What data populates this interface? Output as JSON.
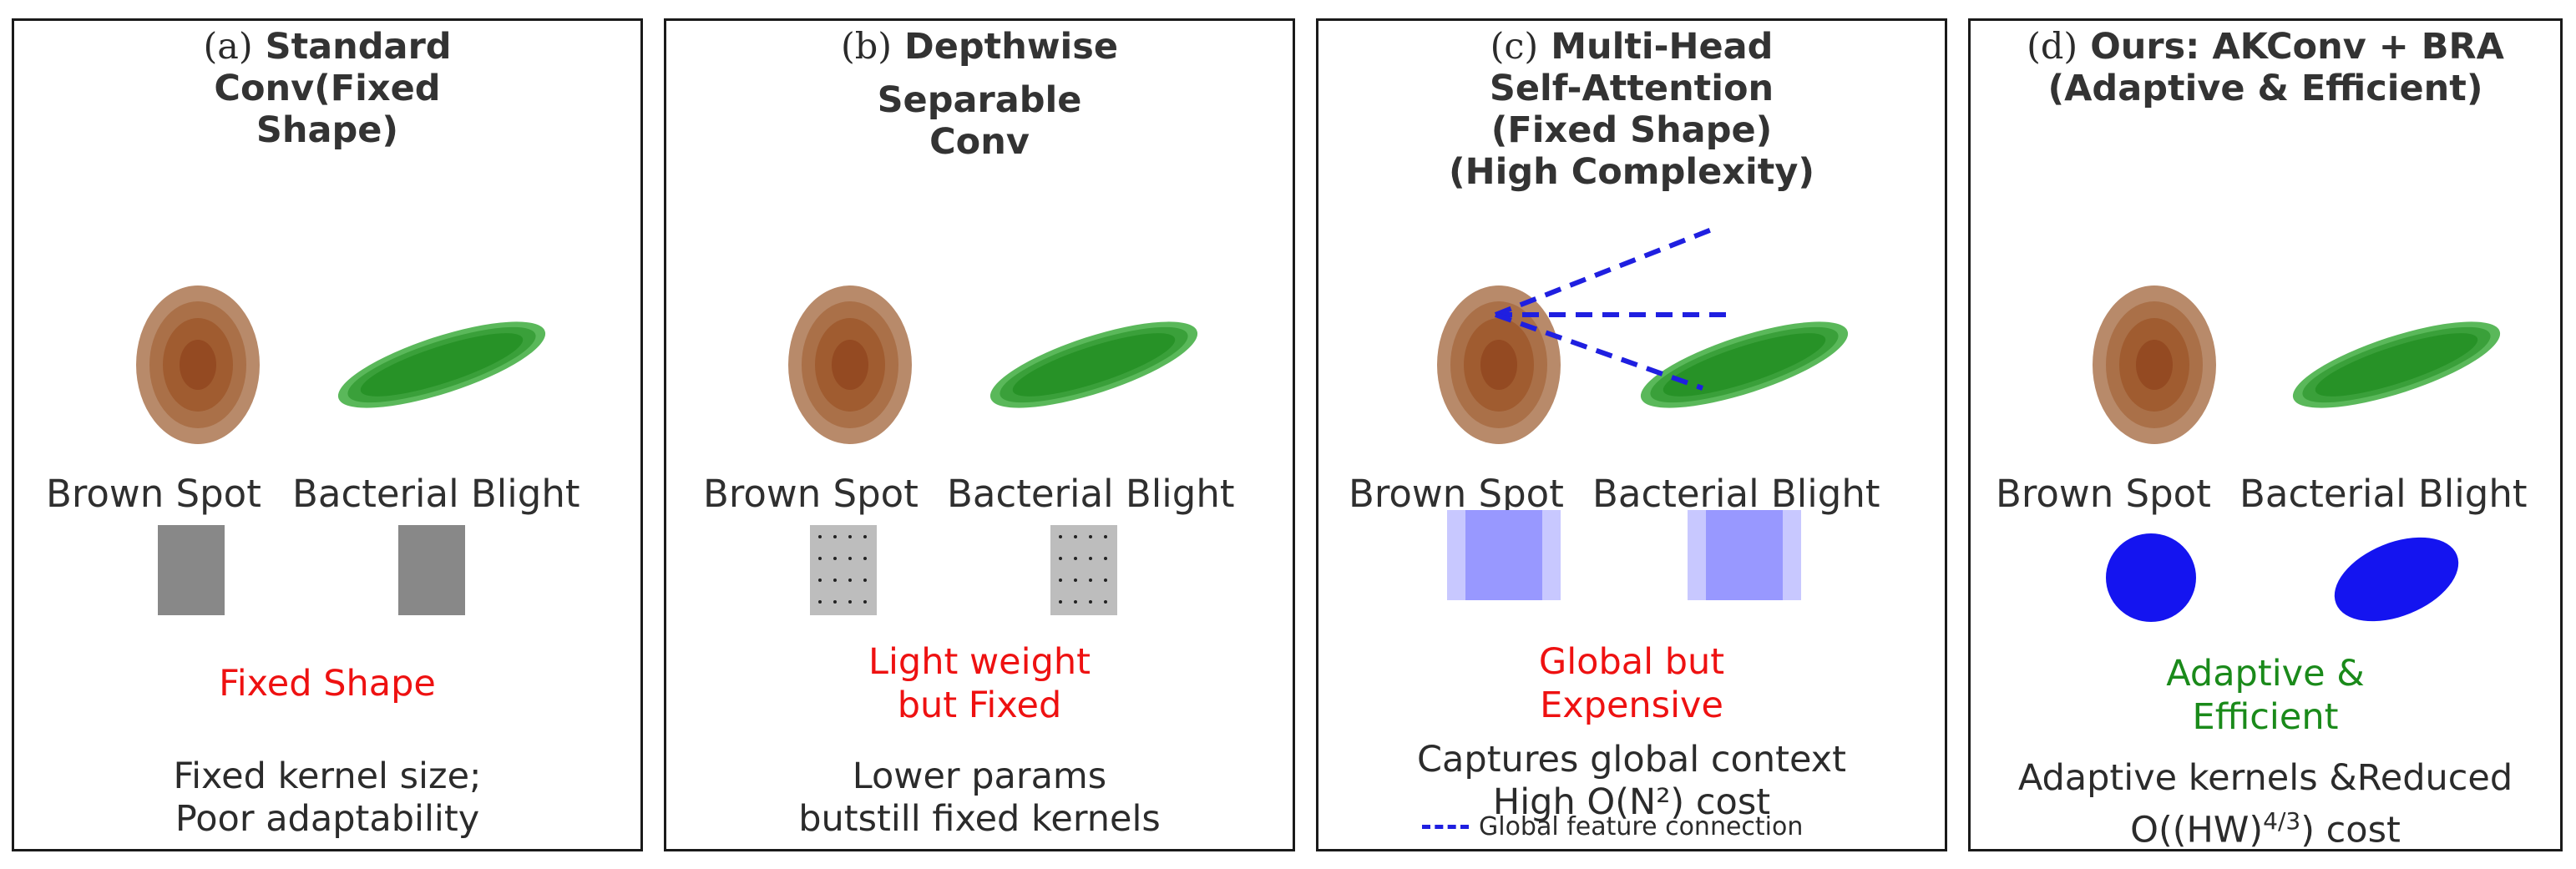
{
  "panels": [
    {
      "prefix": "(a)",
      "title_lines": [
        "Standard",
        "Conv(Fixed",
        "Shape)"
      ],
      "disease_left": "Brown Spot",
      "disease_right": "Bacterial Blight",
      "verdict_lines": [
        "Fixed Shape"
      ],
      "verdict_color": "#ee1111",
      "caption_lines": [
        "Fixed kernel size;",
        "Poor adaptability"
      ],
      "kernel_style": "solid-gray"
    },
    {
      "prefix": "(b)",
      "title_lines": [
        "Depthwise",
        "Separable",
        "Conv"
      ],
      "disease_left": "Brown Spot",
      "disease_right": "Bacterial Blight",
      "verdict_lines": [
        "Light weight",
        "but Fixed"
      ],
      "verdict_color": "#ee1111",
      "caption_lines": [
        "Lower params",
        "butstill fixed kernels"
      ],
      "kernel_style": "dotted-gray"
    },
    {
      "prefix": "(c)",
      "title_lines": [
        "Multi-Head",
        "Self-Attention",
        "(Fixed Shape)",
        "(High Complexity)"
      ],
      "disease_left": "Brown Spot",
      "disease_right": "Bacterial Blight",
      "verdict_lines": [
        "Global but",
        "Expensive"
      ],
      "verdict_color": "#ee1111",
      "caption_lines": [
        "Captures global context",
        "High O(N²) cost"
      ],
      "legend": "Global feature connection",
      "kernel_style": "blue-attention"
    },
    {
      "prefix": "(d)",
      "title_lines": [
        "Ours: AKConv + BRA",
        "(Adaptive & Efficient)"
      ],
      "disease_left": "Brown Spot",
      "disease_right": "Bacterial Blight",
      "verdict_lines": [
        "Adaptive &",
        "Efficient"
      ],
      "verdict_color": "#1a8a1a",
      "caption_lines": [
        "Adaptive kernels &Reduced"
      ],
      "caption_formula": {
        "base": "O((HW)",
        "sup": "4/3",
        "tail": ") cost"
      },
      "kernel_style": "blue-adaptive"
    }
  ],
  "colors": {
    "brown_outer": "#b88a6a",
    "brown_mid": "#a86a40",
    "brown_inner": "#9a5228",
    "leaf_light": "#5ab85a",
    "leaf_dark": "#1f8a1f",
    "kernel_gray": "#888888",
    "attention_blue": "#1f1fe0",
    "adaptive_blue": "#1414f0"
  }
}
